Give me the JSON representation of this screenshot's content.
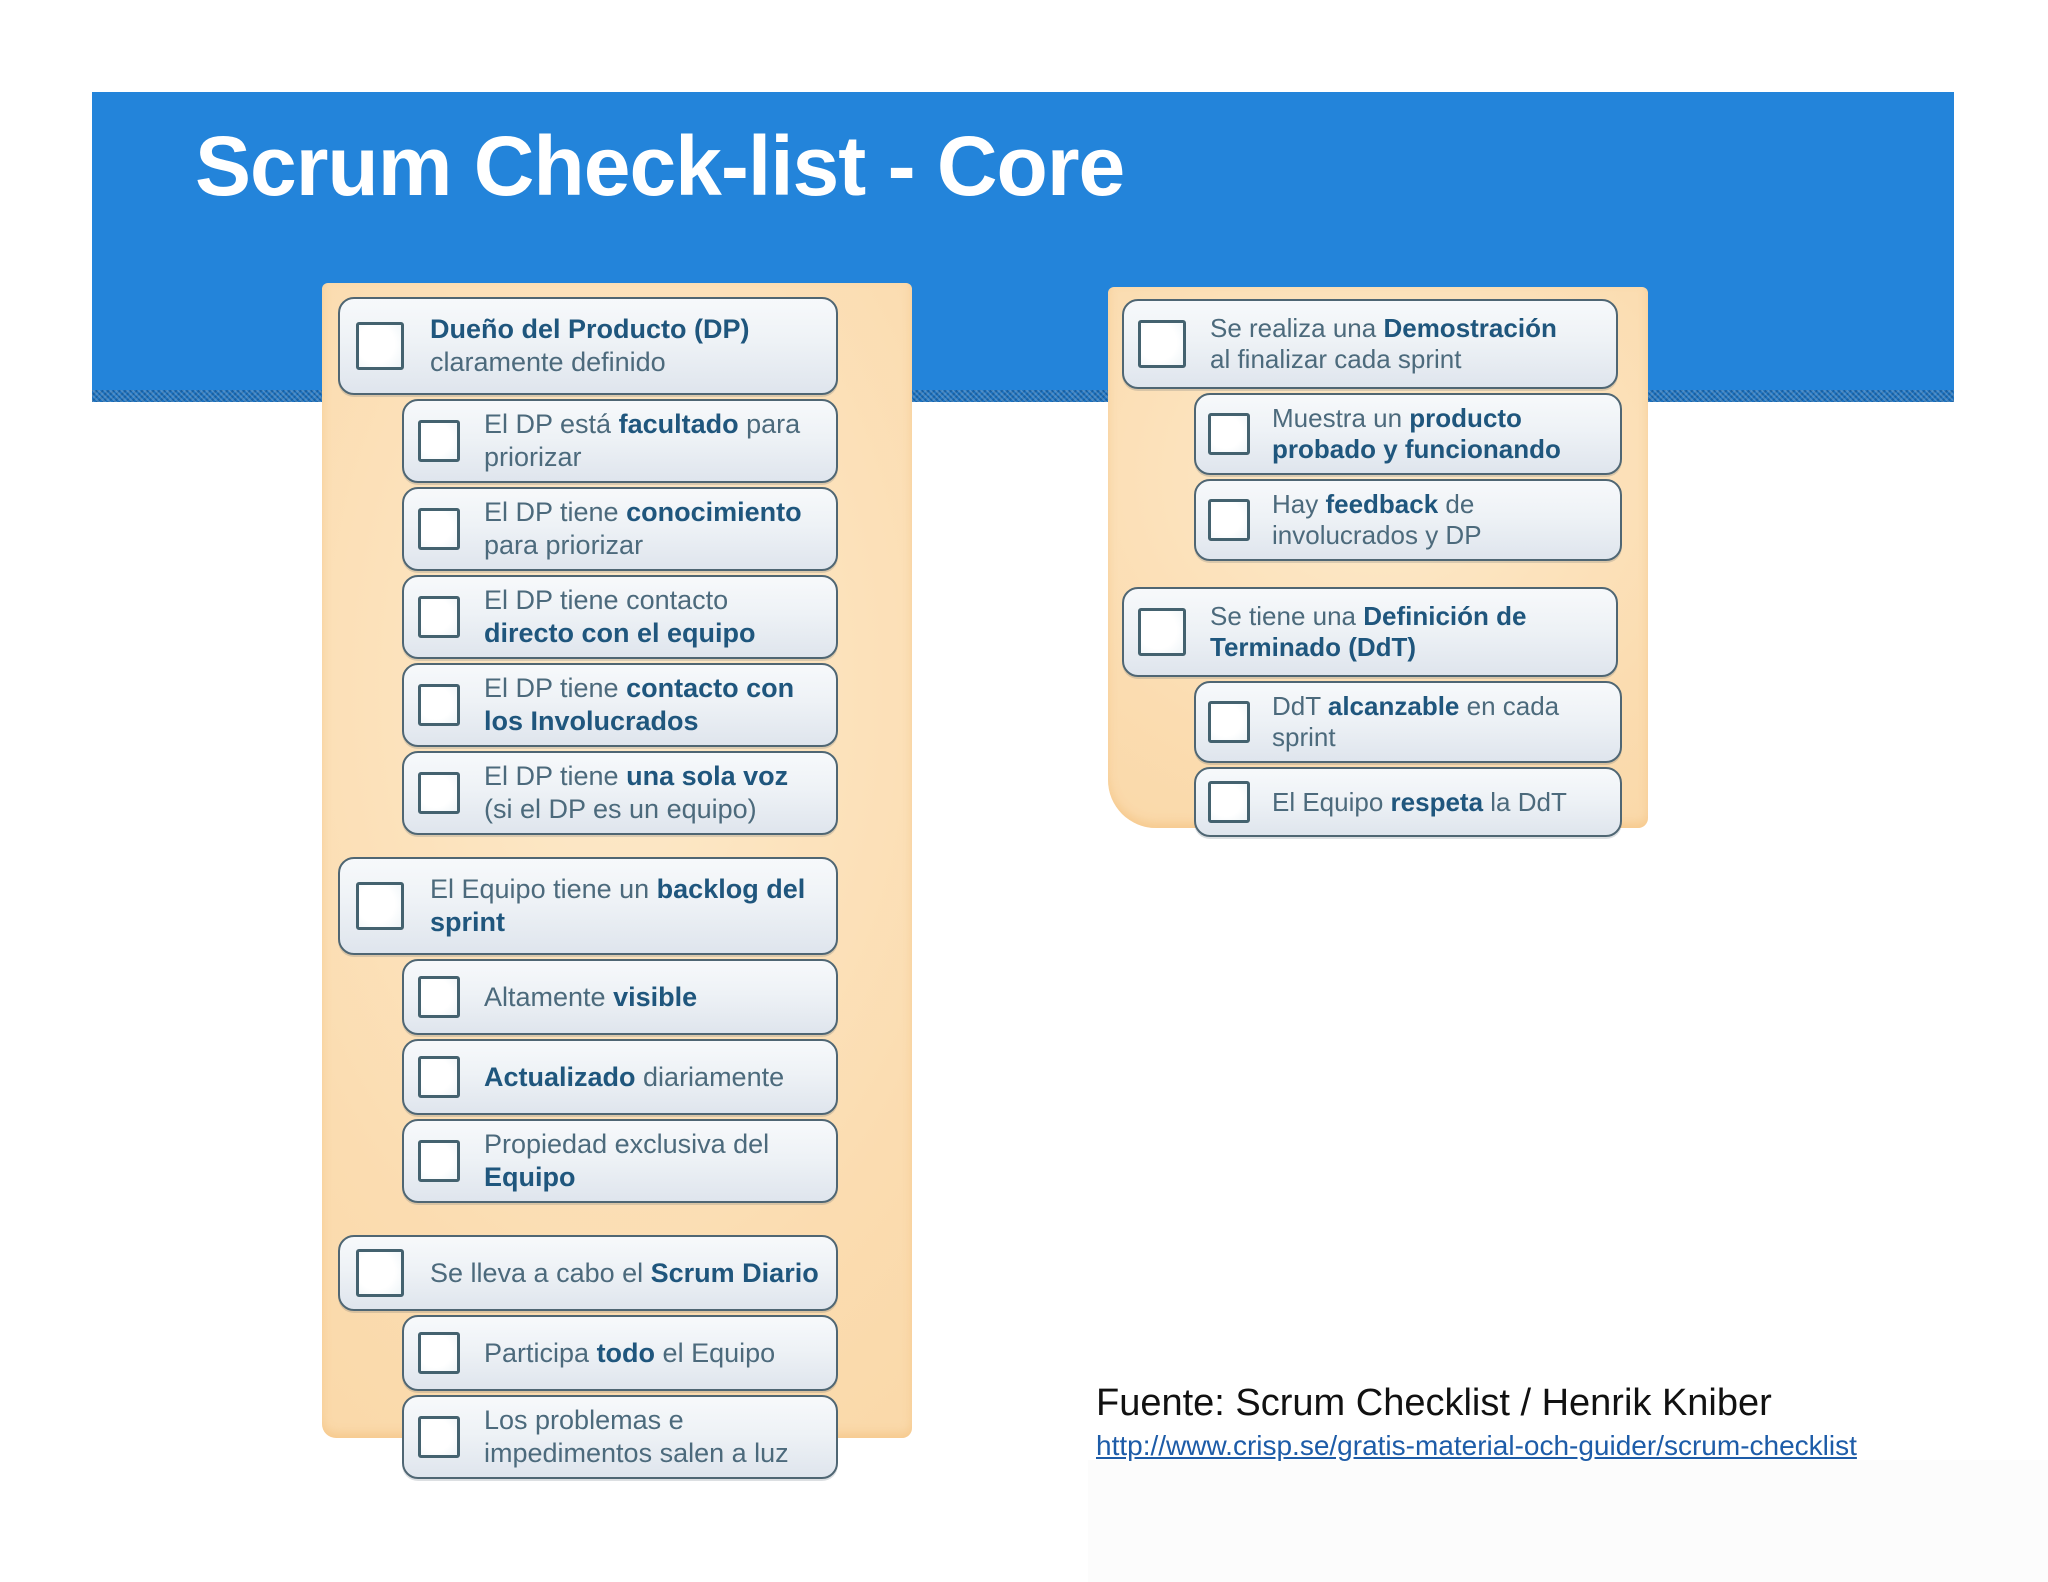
{
  "header": {
    "title": "Scrum Check-list - Core"
  },
  "attribution": {
    "source_label": "Fuente: Scrum Checklist / Henrik Kniber",
    "url": "http://www.crisp.se/gratis-material-och-guider/scrum-checklist"
  },
  "colors": {
    "banner": "#2384da",
    "strip": "#1e73c0",
    "peach": "#fbdcb0",
    "boxborder": "#4f6673",
    "cbborder": "#44626f",
    "text": "#4c6a7c",
    "textbold": "#1f567d",
    "link": "#1d5ca8",
    "attrib": "#111111"
  },
  "panels": [
    {
      "id": "left",
      "groups": [
        {
          "items": [
            {
              "level": 0,
              "checked": false,
              "lines": [
                [
                  {
                    "t": "Dueño del Producto (DP)",
                    "b": true
                  }
                ],
                [
                  {
                    "t": "claramente definido",
                    "b": false
                  }
                ]
              ]
            },
            {
              "level": 1,
              "checked": false,
              "lines": [
                [
                  {
                    "t": "El DP está ",
                    "b": false
                  },
                  {
                    "t": "facultado",
                    "b": true
                  },
                  {
                    "t": " para",
                    "b": false
                  }
                ],
                [
                  {
                    "t": "priorizar",
                    "b": false
                  }
                ]
              ]
            },
            {
              "level": 1,
              "checked": false,
              "lines": [
                [
                  {
                    "t": "El DP tiene ",
                    "b": false
                  },
                  {
                    "t": "conocimiento",
                    "b": true
                  }
                ],
                [
                  {
                    "t": "para priorizar",
                    "b": false
                  }
                ]
              ]
            },
            {
              "level": 1,
              "checked": false,
              "lines": [
                [
                  {
                    "t": "El DP tiene contacto",
                    "b": false
                  }
                ],
                [
                  {
                    "t": "directo con el equipo",
                    "b": true
                  }
                ]
              ]
            },
            {
              "level": 1,
              "checked": false,
              "lines": [
                [
                  {
                    "t": "El DP tiene ",
                    "b": false
                  },
                  {
                    "t": "contacto con",
                    "b": true
                  }
                ],
                [
                  {
                    "t": "los Involucrados",
                    "b": true
                  }
                ]
              ]
            },
            {
              "level": 1,
              "checked": false,
              "lines": [
                [
                  {
                    "t": "El DP tiene ",
                    "b": false
                  },
                  {
                    "t": "una sola voz",
                    "b": true
                  }
                ],
                [
                  {
                    "t": "(si el DP es un equipo)",
                    "b": false
                  }
                ]
              ]
            }
          ]
        },
        {
          "items": [
            {
              "level": 0,
              "checked": false,
              "lines": [
                [
                  {
                    "t": "El Equipo tiene un ",
                    "b": false
                  },
                  {
                    "t": "backlog del",
                    "b": true
                  }
                ],
                [
                  {
                    "t": "sprint",
                    "b": true
                  }
                ]
              ]
            },
            {
              "level": 1,
              "checked": false,
              "tall": true,
              "lines": [
                [
                  {
                    "t": "Altamente ",
                    "b": false
                  },
                  {
                    "t": " visible",
                    "b": true
                  }
                ]
              ]
            },
            {
              "level": 1,
              "checked": false,
              "tall": true,
              "lines": [
                [
                  {
                    "t": "Actualizado",
                    "b": true
                  },
                  {
                    "t": " diariamente",
                    "b": false
                  }
                ]
              ]
            },
            {
              "level": 1,
              "checked": false,
              "lines": [
                [
                  {
                    "t": "Propiedad exclusiva del",
                    "b": false
                  }
                ],
                [
                  {
                    "t": "Equipo",
                    "b": true
                  }
                ]
              ]
            }
          ]
        },
        {
          "items": [
            {
              "level": 0,
              "checked": false,
              "tall": true,
              "lines": [
                [
                  {
                    "t": "Se lleva a cabo el ",
                    "b": false
                  },
                  {
                    "t": "Scrum Diario",
                    "b": true
                  }
                ]
              ]
            },
            {
              "level": 1,
              "checked": false,
              "tall": true,
              "lines": [
                [
                  {
                    "t": "Participa ",
                    "b": false
                  },
                  {
                    "t": "todo",
                    "b": true
                  },
                  {
                    "t": " el Equipo",
                    "b": false
                  }
                ]
              ]
            },
            {
              "level": 1,
              "checked": false,
              "lines": [
                [
                  {
                    "t": "Los problemas e",
                    "b": false
                  }
                ],
                [
                  {
                    "t": "impedimentos salen a luz",
                    "b": false
                  }
                ]
              ]
            }
          ]
        }
      ]
    },
    {
      "id": "right",
      "groups": [
        {
          "items": [
            {
              "level": 0,
              "checked": false,
              "lines": [
                [
                  {
                    "t": "Se realiza una ",
                    "b": false
                  },
                  {
                    "t": "Demostración",
                    "b": true
                  }
                ],
                [
                  {
                    "t": "al finalizar cada sprint",
                    "b": false
                  }
                ]
              ]
            },
            {
              "level": 1,
              "checked": false,
              "lines": [
                [
                  {
                    "t": "Muestra un ",
                    "b": false
                  },
                  {
                    "t": "producto",
                    "b": true
                  }
                ],
                [
                  {
                    "t": "probado y funcionando",
                    "b": true
                  }
                ]
              ]
            },
            {
              "level": 1,
              "checked": false,
              "lines": [
                [
                  {
                    "t": "Hay ",
                    "b": false
                  },
                  {
                    "t": "feedback",
                    "b": true
                  },
                  {
                    "t": " de",
                    "b": false
                  }
                ],
                [
                  {
                    "t": "involucrados y DP",
                    "b": false
                  }
                ]
              ]
            }
          ]
        },
        {
          "items": [
            {
              "level": 0,
              "checked": false,
              "lines": [
                [
                  {
                    "t": "Se tiene una ",
                    "b": false
                  },
                  {
                    "t": "Definición de",
                    "b": true
                  }
                ],
                [
                  {
                    "t": "Terminado (DdT)",
                    "b": true
                  }
                ]
              ]
            },
            {
              "level": 1,
              "checked": false,
              "lines": [
                [
                  {
                    "t": "DdT ",
                    "b": false
                  },
                  {
                    "t": "alcanzable",
                    "b": true
                  },
                  {
                    "t": " en cada",
                    "b": false
                  }
                ],
                [
                  {
                    "t": "sprint",
                    "b": false
                  }
                ]
              ]
            },
            {
              "level": 1,
              "checked": false,
              "tall": true,
              "lines": [
                [
                  {
                    "t": "El Equipo ",
                    "b": false
                  },
                  {
                    "t": " respeta",
                    "b": true
                  },
                  {
                    "t": " la DdT",
                    "b": false
                  }
                ]
              ]
            }
          ]
        }
      ]
    }
  ]
}
